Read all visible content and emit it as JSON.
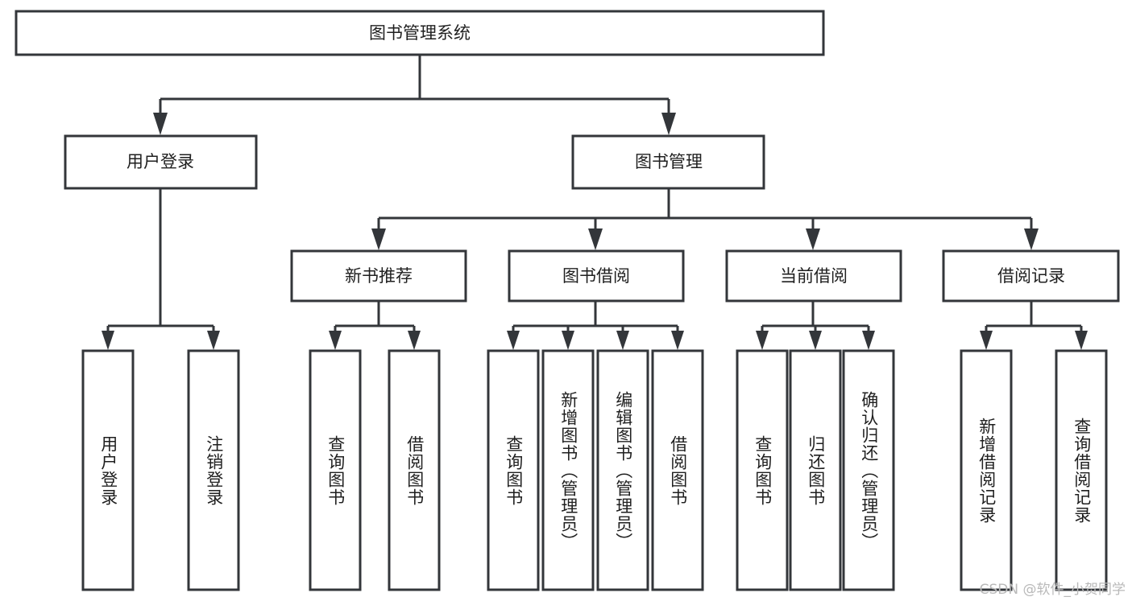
{
  "diagram": {
    "title": "图书管理系统",
    "type": "tree",
    "colors": {
      "box_stroke": "#33363a",
      "box_fill": "#ffffff",
      "text": "#1f1f1f",
      "connector": "#33363a",
      "watermark": "#b9b9b9",
      "background": "#ffffff"
    },
    "root": {
      "id": "root",
      "label": "图书管理系统"
    },
    "level1": [
      {
        "id": "user-login",
        "label": "用户登录"
      },
      {
        "id": "book-manage",
        "label": "图书管理"
      }
    ],
    "level2": [
      {
        "id": "new-book-recommend",
        "label": "新书推荐",
        "parent": "book-manage"
      },
      {
        "id": "book-borrow",
        "label": "图书借阅",
        "parent": "book-manage"
      },
      {
        "id": "current-borrow",
        "label": "当前借阅",
        "parent": "book-manage"
      },
      {
        "id": "borrow-record",
        "label": "借阅记录",
        "parent": "book-manage"
      }
    ],
    "leaves": [
      {
        "id": "leaf-user-login",
        "label": "用户登录",
        "parent": "user-login"
      },
      {
        "id": "leaf-user-logout",
        "label": "注销登录",
        "parent": "user-login"
      },
      {
        "id": "leaf-query-book-1",
        "label": "查询图书",
        "parent": "new-book-recommend"
      },
      {
        "id": "leaf-borrow-book-1",
        "label": "借阅图书",
        "parent": "new-book-recommend"
      },
      {
        "id": "leaf-query-book-2",
        "label": "查询图书",
        "parent": "book-borrow"
      },
      {
        "id": "leaf-add-book",
        "label": "新增图书（管理员）",
        "parent": "book-borrow"
      },
      {
        "id": "leaf-edit-book",
        "label": "编辑图书（管理员）",
        "parent": "book-borrow"
      },
      {
        "id": "leaf-borrow-book-2",
        "label": "借阅图书",
        "parent": "book-borrow"
      },
      {
        "id": "leaf-query-book-3",
        "label": "查询图书",
        "parent": "current-borrow"
      },
      {
        "id": "leaf-return-book",
        "label": "归还图书",
        "parent": "current-borrow"
      },
      {
        "id": "leaf-confirm-return",
        "label": "确认归还（管理员）",
        "parent": "current-borrow"
      },
      {
        "id": "leaf-add-record",
        "label": "新增借阅记录",
        "parent": "borrow-record"
      },
      {
        "id": "leaf-query-record",
        "label": "查询借阅记录",
        "parent": "borrow-record"
      }
    ],
    "watermark": "CSDN @软件_小贺同学"
  }
}
